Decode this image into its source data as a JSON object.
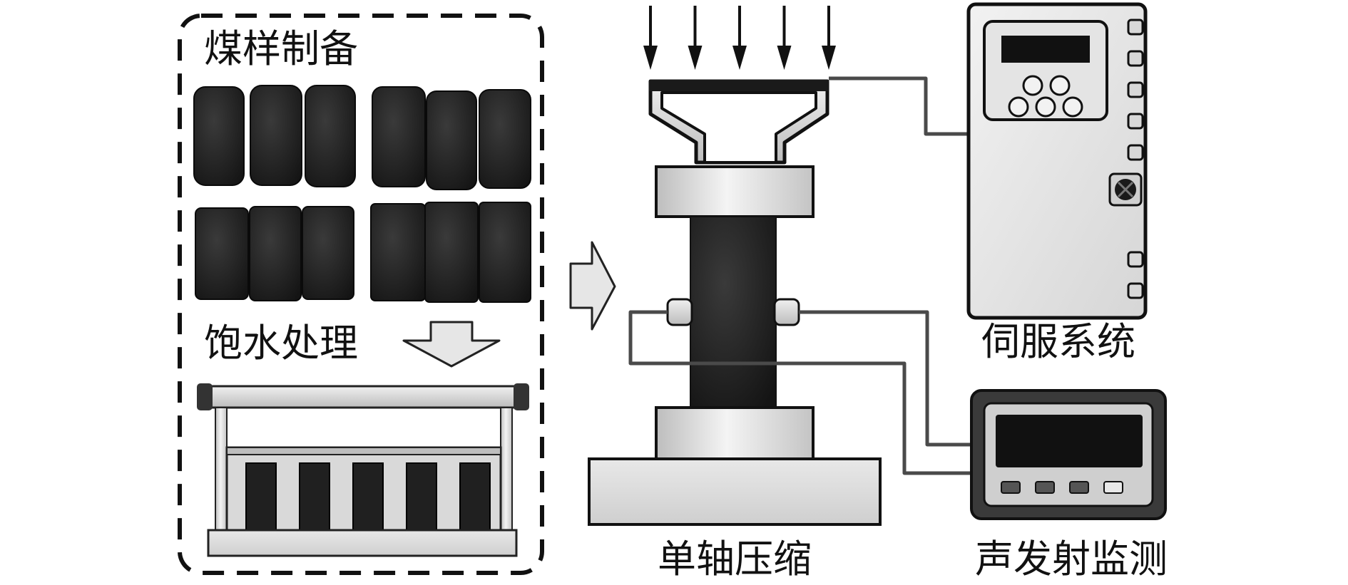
{
  "labels": {
    "coal_sample_prep": "煤样制备",
    "water_saturation": "饱水处理",
    "uniaxial_compression": "单轴压缩",
    "servo_system": "伺服系统",
    "acoustic_emission": "声发射监测"
  },
  "counts": {
    "load_arrows": 5,
    "saturation_samples": 5,
    "servo_buttons": 5,
    "ae_buttons": 4
  }
}
